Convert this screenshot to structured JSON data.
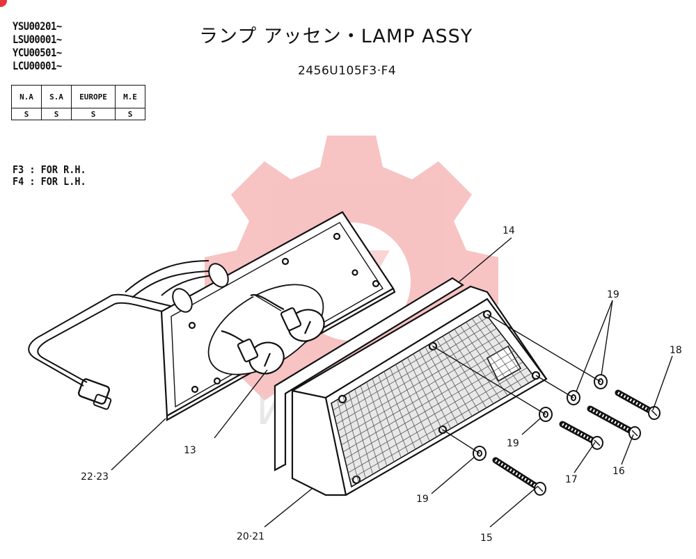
{
  "header": {
    "serials": [
      "YSU00201~",
      "LSU00001~",
      "YCU00501~",
      "LCU00001~"
    ],
    "title": "ランプ アッセン・LAMP ASSY",
    "part_number": "2456U105F3·F4"
  },
  "markets": {
    "headers": [
      "N.A",
      "S.A",
      "EUROPE",
      "M.E"
    ],
    "values": [
      "S",
      "S",
      "S",
      "S"
    ]
  },
  "notes": [
    "F3 : FOR R.H.",
    "F4 : FOR L.H."
  ],
  "callouts": {
    "c14": "14",
    "c19a": "19",
    "c18": "18",
    "c13": "13",
    "c22_23": "22·23",
    "c19b": "19",
    "c17": "17",
    "c16": "16",
    "c19c": "19",
    "c20_21": "20·21",
    "c15": "15"
  },
  "colors": {
    "watermark": "#f6b8b8",
    "ink": "#111111"
  }
}
